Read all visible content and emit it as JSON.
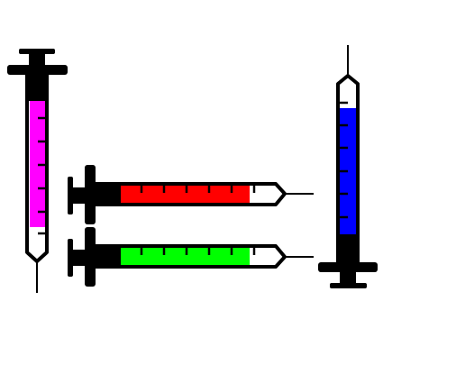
{
  "syringes": [
    {
      "id": "magenta",
      "orientation": "vertical-needle-down",
      "fluid_color": "#ff00ff",
      "fill_fraction": 0.85,
      "tick_count": 7
    },
    {
      "id": "red",
      "orientation": "horizontal-needle-right",
      "fluid_color": "#ff0000",
      "fill_fraction": 0.87,
      "tick_count": 6
    },
    {
      "id": "green",
      "orientation": "horizontal-needle-right",
      "fluid_color": "#00ff00",
      "fill_fraction": 0.87,
      "tick_count": 6
    },
    {
      "id": "blue",
      "orientation": "vertical-needle-up",
      "fluid_color": "#0000ff",
      "fill_fraction": 0.9,
      "tick_count": 6
    }
  ],
  "colors": {
    "outline": "#000000",
    "barrel": "#ffffff",
    "background": "#ffffff"
  }
}
